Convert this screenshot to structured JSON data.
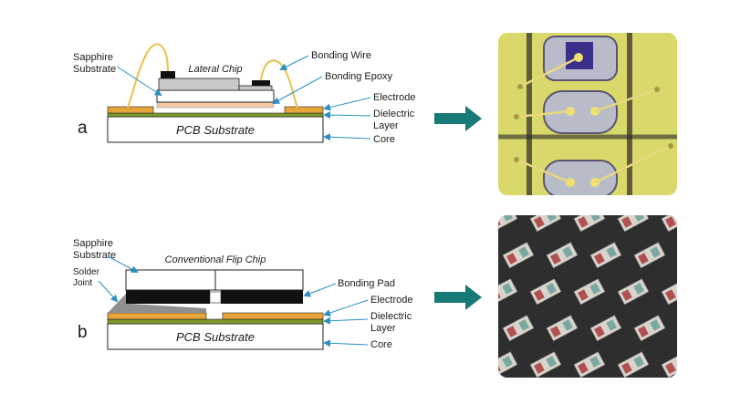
{
  "panel_a": {
    "letter": "a",
    "chip_label": "Lateral Chip",
    "substrate_label": "PCB Substrate",
    "labels": {
      "sapphire_line1": "Sapphire",
      "sapphire_line2": "Substrate",
      "bonding_wire": "Bonding Wire",
      "bonding_epoxy": "Bonding Epoxy",
      "electrode": "Electrode",
      "dielectric_line1": "Dielectric",
      "dielectric_line2": "Layer",
      "core": "Core"
    }
  },
  "panel_b": {
    "letter": "b",
    "chip_label": "Conventional Flip Chip",
    "substrate_label": "PCB Substrate",
    "labels": {
      "sapphire_line1": "Sapphire",
      "sapphire_line2": "Substrate",
      "solder_line1": "Solder",
      "solder_line2": "Joint",
      "bonding_pad": "Bonding Pad",
      "electrode": "Electrode",
      "dielectric_line1": "Dielectric",
      "dielectric_line2": "Layer",
      "core": "Core"
    }
  },
  "colors": {
    "arrow": "#177a77",
    "electrode": "#e6a53a",
    "dielectric": "#7a9a2a",
    "wire": "#e8c55a",
    "leader": "#2a8fc4",
    "pad": "#111111"
  }
}
